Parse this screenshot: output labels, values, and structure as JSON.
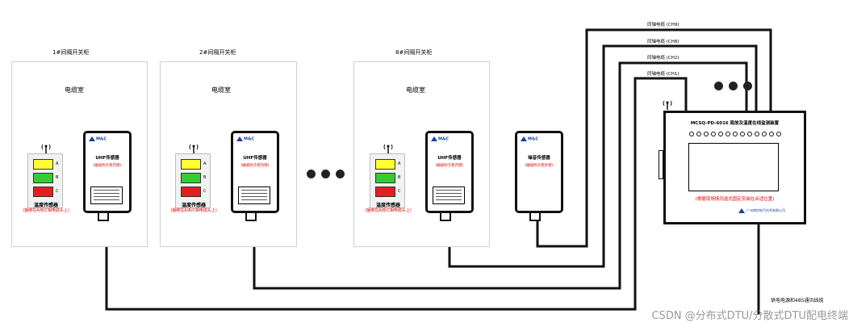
{
  "cabinets": [
    {
      "title": "1#间隔开关柜",
      "room": "电缆室"
    },
    {
      "title": "2#间隔开关柜",
      "room": "电缆室"
    },
    {
      "title": "8#间隔开关柜",
      "room": "电缆室"
    }
  ],
  "phases": [
    "A",
    "B",
    "C"
  ],
  "temp_sensor": {
    "title": "温度传感器",
    "note": "(捆绑在A/B/C相电缆头上)"
  },
  "uhf_sensor": {
    "name": "UHF传感器",
    "note": "(磁吸附于柜内壁)"
  },
  "noise_sensor": {
    "name": "噪音传感器",
    "note": "(磁吸附于柜外壁)"
  },
  "brand": "M&C",
  "monitor": {
    "title": "MCSQ-PD-6016 局放及温度在线监测装置",
    "note": "(根据现场情况选式固定安装在合适位置)",
    "company": "广州南控电气技术有限公司"
  },
  "cables": [
    "同轴电缆 (CH9)",
    "同轴电缆 (CH8)",
    "同轴电缆 (CH2)",
    "同轴电缆 (CH1)"
  ],
  "power_note": "供电电源和485通讯线缆",
  "watermark": "CSDN @分布式DTU/分散式DTU配电终端"
}
